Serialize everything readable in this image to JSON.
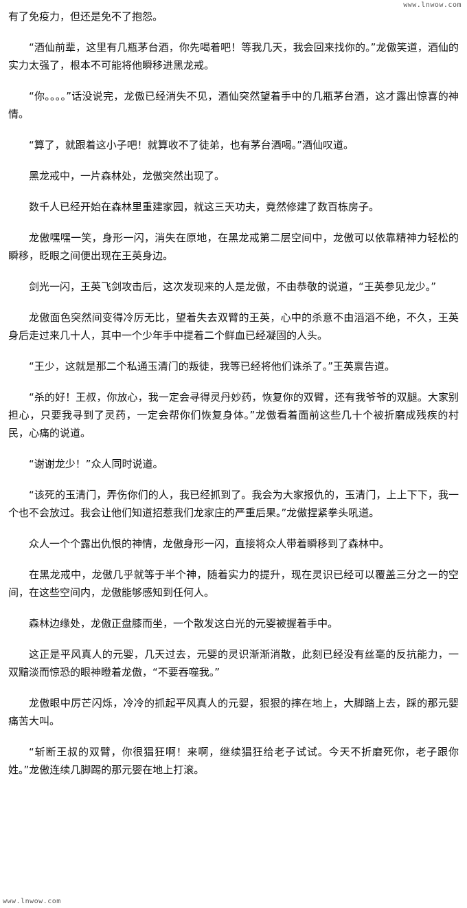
{
  "watermark_top": "www.lnwow.com",
  "watermark_bottom": "www.lnwow.com",
  "paragraphs": [
    "有了免疫力，但还是免不了抱怨。",
    "“酒仙前辈，这里有几瓶茅台酒，你先喝着吧！等我几天，我会回来找你的。”龙傲笑道，酒仙的实力太强了，根本不可能将他瞬移进黑龙戒。",
    "“你。。。。”话没说完，龙傲已经消失不见，酒仙突然望着手中的几瓶茅台酒，这才露出惊喜的神情。",
    "“算了，就跟着这小子吧！就算收不了徒弟，也有茅台酒喝。”酒仙叹道。",
    "黑龙戒中，一片森林处，龙傲突然出现了。",
    "数千人已经开始在森林里重建家园，就这三天功夫，竟然修建了数百栋房子。",
    "龙傲嘿嘿一笑，身形一闪，消失在原地，在黑龙戒第二层空间中，龙傲可以依靠精神力轻松的瞬移，眨眼之间便出现在王英身边。",
    "剑光一闪，王英飞剑攻击后，这次发现来的人是龙傲，不由恭敬的说道，“王英参见龙少。”",
    "龙傲面色突然间变得冷厉无比，望着失去双臂的王英，心中的杀意不由滔滔不绝，不久，王英身后走过来几十人，其中一个少年手中提着二个鲜血已经凝固的人头。",
    "“王少，这就是那二个私通玉清门的叛徒，我等已经将他们诛杀了。”王英禀告道。",
    "“杀的好！王叔，你放心，我一定会寻得灵丹妙药，恢复你的双臂，还有我爷爷的双腿。大家别担心，只要我寻到了灵药，一定会帮你们恢复身体。”龙傲看着面前这些几十个被折磨成残疾的村民，心痛的说道。",
    "“谢谢龙少！”众人同时说道。",
    "“该死的玉清门，弄伤你们的人，我已经抓到了。我会为大家报仇的，玉清门，上上下下，我一个也不会放过。我会让他们知道招惹我们龙家庄的严重后果。”龙傲捏紧拳头吼道。",
    "众人一个个露出仇恨的神情，龙傲身形一闪，直接将众人带着瞬移到了森林中。",
    "在黑龙戒中，龙傲几乎就等于半个神，随着实力的提升，现在灵识已经可以覆盖三分之一的空间，在这些空间内，龙傲能够感知到任何人。",
    "森林边缘处，龙傲正盘膝而坐，一个散发这白光的元婴被握着手中。",
    "这正是平风真人的元婴，几天过去，元婴的灵识渐渐消散，此刻已经没有丝毫的反抗能力，一双黯淡而惊恐的眼神瞪着龙傲，“不要吞噬我。”",
    "龙傲眼中厉芒闪烁，冷冷的抓起平风真人的元婴，狠狠的摔在地上，大脚踏上去，踩的那元婴痛苦大叫。",
    "“斩断王叔的双臂，你很猖狂啊！来啊，继续猖狂给老子试试。今天不折磨死你，老子跟你姓。”龙傲连续几脚踢的那元婴在地上打滚。"
  ]
}
